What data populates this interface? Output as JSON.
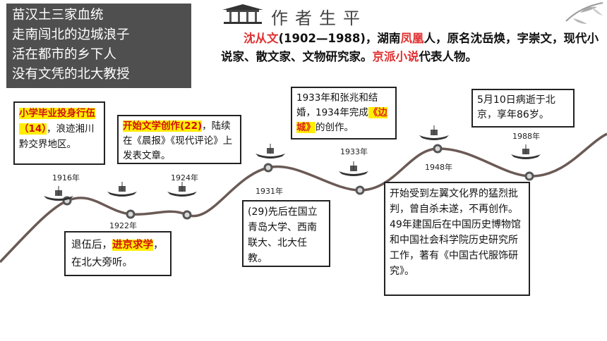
{
  "summary_lines": [
    "苗汉土三家血统",
    "走南闯北的边城浪子",
    "活在都市的乡下人",
    "没有文凭的北大教授"
  ],
  "section_title": "作者生平",
  "intro": {
    "name": "沈从文",
    "part1": "(1902—1988)，湖南",
    "place": "凤凰",
    "part2": "人，原名沈岳焕，字崇文，现代小说家、散文家、文物研究家。",
    "school": "京派小说",
    "part3": "代表人物。"
  },
  "years": [
    "1916年",
    "1922年",
    "1924年",
    "1931年",
    "1933年",
    "1948年",
    "1988年"
  ],
  "events": {
    "e1916": {
      "hl": "小学毕业投身行伍（14）",
      "rest": "，浪迹湘川黔交界地区。"
    },
    "e1922": {
      "pre": "退伍后，",
      "hl": "进京求学",
      "rest": "，在北大旁听。"
    },
    "e1924": {
      "hl": "开始文学创作(22)",
      "rest": "，陆续在《晨报》《现代评论》上发表文章。"
    },
    "e1931": {
      "text": "(29)先后在国立青岛大学、西南联大、北大任教。"
    },
    "e1933": {
      "pre": "1933年和张兆和结婚，1934年完成",
      "hl": "《边城》",
      "rest": "的创作。"
    },
    "e1948": {
      "text": "开始受到左翼文化界的猛烈批判，曾自杀未遂，不再创作。49年建国后在中国历史博物馆和中国社会科学院历史研究所工作，著有《中国古代服饰研究》。"
    },
    "e1988": {
      "text": "5月10日病逝于北京，享年86岁。"
    }
  },
  "colors": {
    "summary_bg": "#4f4f4f",
    "accent_red": "#e03030",
    "highlight": "#ffee00",
    "line": "#6b5a55"
  }
}
